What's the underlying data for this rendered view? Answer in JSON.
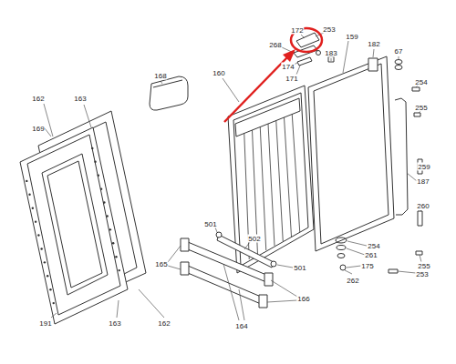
{
  "diagram": {
    "labels": [
      "172",
      "253",
      "159",
      "182",
      "67",
      "268",
      "174",
      "183",
      "168",
      "171",
      "160",
      "254",
      "162",
      "163",
      "169",
      "255",
      "259",
      "187",
      "260",
      "501",
      "502",
      "254",
      "261",
      "175",
      "501",
      "255",
      "253",
      "165",
      "166",
      "262",
      "191",
      "163",
      "162",
      "164"
    ]
  }
}
